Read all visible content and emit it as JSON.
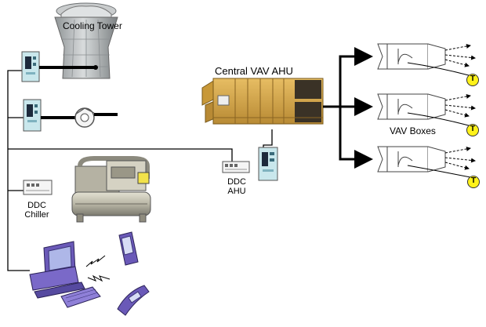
{
  "labels": {
    "cooling_tower": "Cooling Tower",
    "central_ahu": "Central VAV AHU",
    "vav_boxes": "VAV Boxes",
    "ddc_ahu_line1": "DDC",
    "ddc_ahu_line2": "AHU",
    "ddc_chiller_line1": "DDC",
    "ddc_chiller_line2": "Chiller",
    "thermostat_letter": "T"
  },
  "icons": [
    "cooling-tower-icon",
    "pump-icon",
    "fan-icon",
    "controller-icon",
    "chiller-icon",
    "ahu-icon",
    "ddc-module-icon",
    "vav-box-icon",
    "thermostat-icon",
    "computer-icon",
    "pda-icon",
    "cellphone-icon",
    "wireless-signal-icon",
    "arrow-icon"
  ],
  "colors": {
    "ahu_body": "#d9a94a",
    "ahu_dark": "#3a3226",
    "tower": "#b9bdbf",
    "controller": "#c9e7ec",
    "thermostat": "#fff21a",
    "computer": "#6a59b8",
    "network_line": "#000000"
  }
}
